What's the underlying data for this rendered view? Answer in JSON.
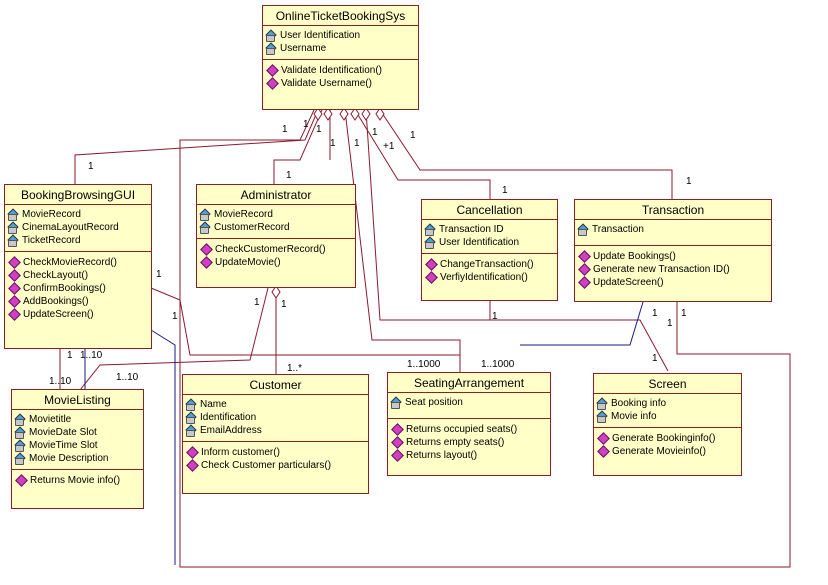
{
  "classes": {
    "main": {
      "name": "OnlineTicketBookingSys",
      "attributes": [
        "User Identification",
        "Username"
      ],
      "operations": [
        "Validate Identification()",
        "Validate Username()"
      ]
    },
    "gui": {
      "name": "BookingBrowsingGUI",
      "attributes": [
        "MovieRecord",
        "CinemaLayoutRecord",
        "TicketRecord"
      ],
      "operations": [
        "CheckMovieRecord()",
        "CheckLayout()",
        "ConfirmBookings()",
        "AddBookings()",
        "UpdateScreen()"
      ]
    },
    "admin": {
      "name": "Administrator",
      "attributes": [
        "MovieRecord",
        "CustomerRecord"
      ],
      "operations": [
        "CheckCustomerRecord()",
        "UpdateMovie()"
      ]
    },
    "cancel": {
      "name": "Cancellation",
      "attributes": [
        "Transaction ID",
        "User Identification"
      ],
      "operations": [
        "ChangeTransaction()",
        "VerfiyIdentification()"
      ]
    },
    "trans": {
      "name": "Transaction",
      "attributes": [
        "Transaction"
      ],
      "operations": [
        "Update Bookings()",
        "Generate new Transaction ID()",
        "UpdateScreen()"
      ]
    },
    "movie": {
      "name": "MovieListing",
      "attributes": [
        "Movietitle",
        "MovieDate Slot",
        "MovieTime Slot",
        "Movie Description"
      ],
      "operations": [
        "Returns Movie info()"
      ]
    },
    "customer": {
      "name": "Customer",
      "attributes": [
        "Name",
        "Identification",
        "EmailAddress"
      ],
      "operations": [
        "Inform customer()",
        "Check Customer particulars()"
      ]
    },
    "seating": {
      "name": "SeatingArrangement",
      "attributes": [
        "Seat position"
      ],
      "operations": [
        "Returns occupied seats()",
        "Returns empty seats()",
        "Returns layout()"
      ]
    },
    "screen": {
      "name": "Screen",
      "attributes": [
        "Booking info",
        "Movie info"
      ],
      "operations": [
        "Generate Bookinginfo()",
        "Generate Movieinfo()"
      ]
    }
  },
  "multiplicities": {
    "m1": "1",
    "m2": "1",
    "m3": "1",
    "m4": "1",
    "m5": "1",
    "m6": "+1",
    "m7": "1",
    "m8": "1",
    "m9": "1",
    "m10": "1",
    "m11": "1",
    "m12": "1",
    "m13": "1",
    "m14": "1",
    "m15": "1",
    "m16": "1",
    "m17": "1..*",
    "m18": "1..1000",
    "m19": "1..1000",
    "m20": "1",
    "m21": "1..10",
    "m22": "1..10",
    "m23": "1..10",
    "m24": "1",
    "m25": "1",
    "m26": "1",
    "m27": "1",
    "m28": "1"
  },
  "colors": {
    "class_fill": "#ffffc8",
    "class_border": "#8b2020",
    "wire_red": "#8b1a2e",
    "wire_blue": "#1a1a8b"
  }
}
